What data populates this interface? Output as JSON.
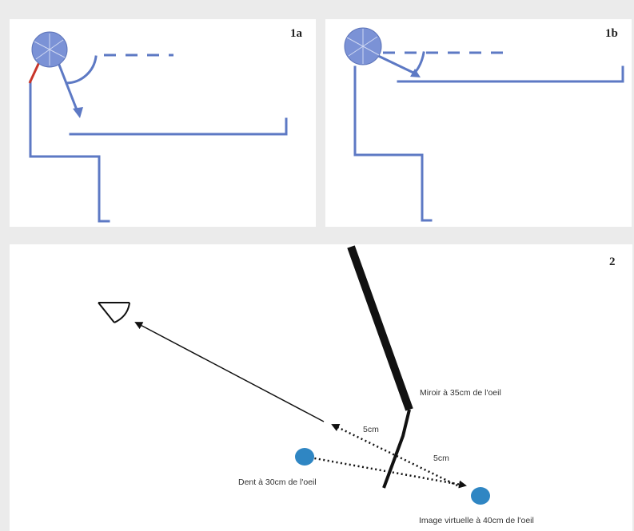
{
  "panels": {
    "p1a": {
      "label": "1a"
    },
    "p1b": {
      "label": "1b"
    },
    "p2": {
      "label": "2",
      "mirror_label": "Miroir à 35cm de l'oeil",
      "distance_label_1": "5cm",
      "distance_label_2": "5cm",
      "tooth_label": "Dent à 30cm de l'oeil",
      "virtual_image_label": "Image virtuelle à 40cm de l'oeil"
    }
  },
  "colors": {
    "figure_blue": "#5d79c4",
    "head_fill": "#7b92d6",
    "neck_red": "#c8352a",
    "dot_blue": "#2f86c3",
    "background": "#ebebeb",
    "panel": "#ffffff"
  },
  "icons": [
    "eye-icon"
  ]
}
